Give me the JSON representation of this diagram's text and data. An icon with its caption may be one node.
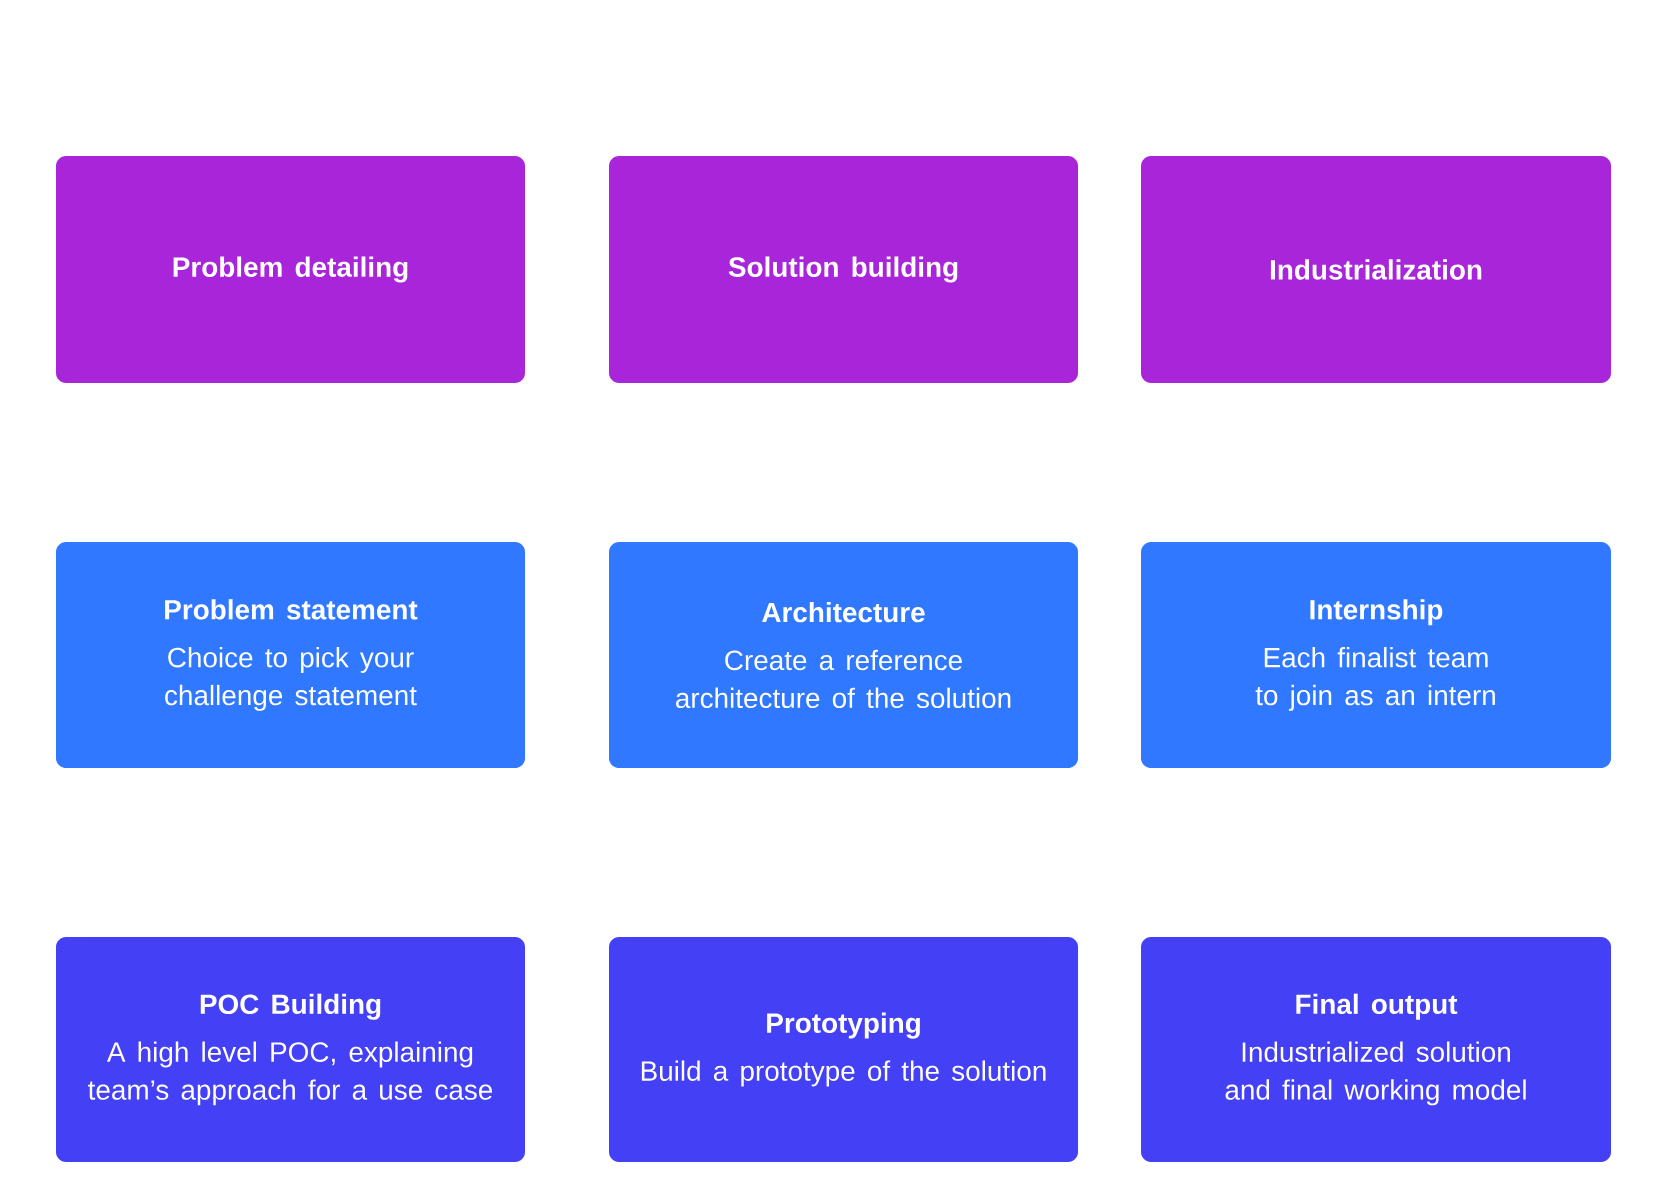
{
  "diagram": {
    "nodes": [
      {
        "text": [
          "Problem detailing"
        ]
      },
      {
        "text": [
          "Solution building"
        ]
      },
      {
        "text": [
          "Industrialization"
        ]
      },
      {
        "text": [
          "Problem statement",
          "Choice to pick your challenge statement"
        ]
      },
      {
        "text": [
          "Architecture",
          "Create a reference architecture of the solution"
        ]
      },
      {
        "text": [
          "Internship",
          "Each finalist team to join as an intern"
        ]
      },
      {
        "text": [
          "POC Building",
          "A high level POC, explaining team’s approach for a use case"
        ]
      },
      {
        "text": [
          "Prototyping",
          "Build a prototype of the solution"
        ]
      },
      {
        "text": [
          "Final output",
          "Industrialized solution and final working model"
        ]
      }
    ]
  }
}
